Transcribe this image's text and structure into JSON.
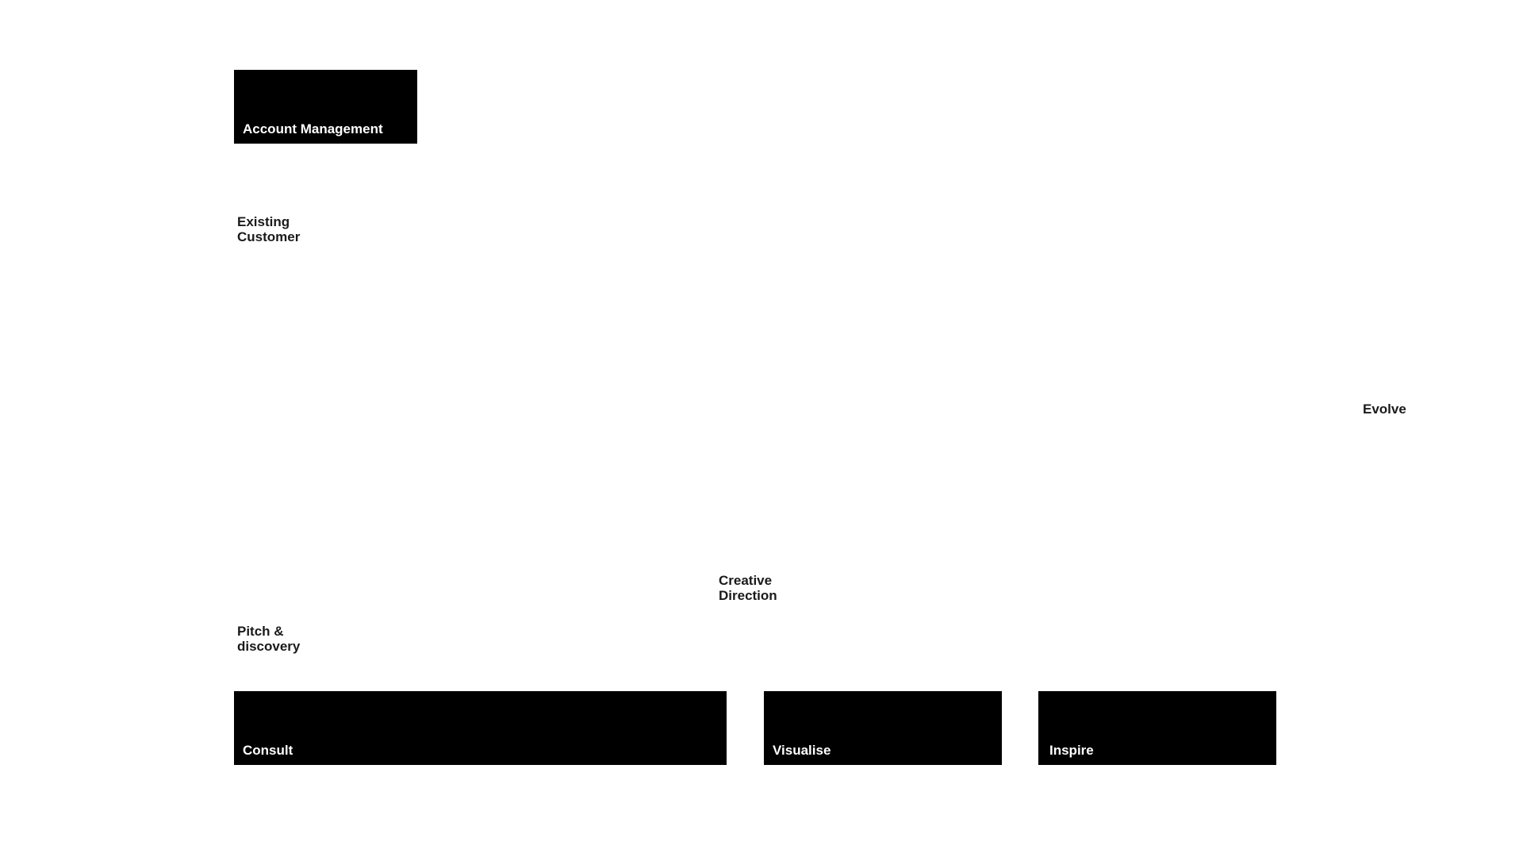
{
  "boxes": {
    "account_management": "Account Management",
    "consult": "Consult",
    "visualise": "Visualise",
    "inspire": "Inspire"
  },
  "labels": {
    "existing_customer": [
      "Existing",
      "Customer"
    ],
    "pitch_discovery": [
      "Pitch &",
      "discovery"
    ],
    "creative_direction": [
      "Creative",
      "Direction"
    ],
    "evolve": "Evolve"
  },
  "colors": {
    "box_fill": "#000000",
    "box_text": "#ffffff",
    "label_text": "#1a1a1a",
    "background": "#ffffff"
  }
}
